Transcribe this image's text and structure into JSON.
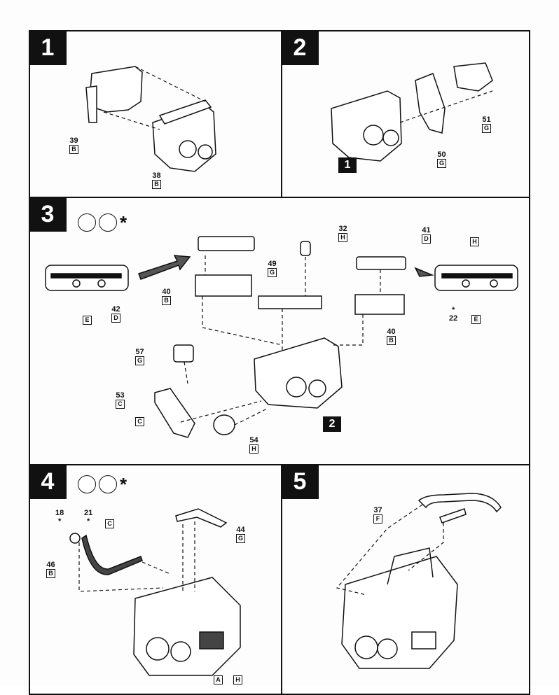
{
  "steps": [
    {
      "num": "1"
    },
    {
      "num": "2"
    },
    {
      "num": "3"
    },
    {
      "num": "4"
    },
    {
      "num": "5"
    }
  ],
  "refs": {
    "step2_ref": "1",
    "step3_ref": "2"
  },
  "asterisk": "*",
  "parts": {
    "s1_39": {
      "num": "39",
      "sprue": "B"
    },
    "s1_38": {
      "num": "38",
      "sprue": "B"
    },
    "s2_51": {
      "num": "51",
      "sprue": "G"
    },
    "s2_50": {
      "num": "50",
      "sprue": "G"
    },
    "s3_32": {
      "num": "32",
      "sprue": "H"
    },
    "s3_41": {
      "num": "41",
      "sprue": "D"
    },
    "s3_49": {
      "num": "49",
      "sprue": "G"
    },
    "s3_40a": {
      "num": "40",
      "sprue": "B"
    },
    "s3_40b": {
      "num": "40",
      "sprue": "B"
    },
    "s3_42": {
      "num": "42",
      "sprue": "D"
    },
    "s3_E_left": {
      "sprue": "E"
    },
    "s3_H_right": {
      "sprue": "H"
    },
    "s3_22": {
      "num": "22"
    },
    "s3_E_right": {
      "sprue": "E"
    },
    "s3_57": {
      "num": "57",
      "sprue": "G"
    },
    "s3_53": {
      "num": "53",
      "sprue": "C"
    },
    "s3_C": {
      "sprue": "C"
    },
    "s3_54": {
      "num": "54",
      "sprue": "H"
    },
    "s4_18": {
      "num": "18"
    },
    "s4_21": {
      "num": "21"
    },
    "s4_C": {
      "sprue": "C"
    },
    "s4_46": {
      "num": "46",
      "sprue": "B"
    },
    "s4_44": {
      "num": "44",
      "sprue": "G"
    },
    "s4_A": {
      "sprue": "A"
    },
    "s4_H": {
      "sprue": "H"
    },
    "s5_37": {
      "num": "37",
      "sprue": "F"
    }
  }
}
